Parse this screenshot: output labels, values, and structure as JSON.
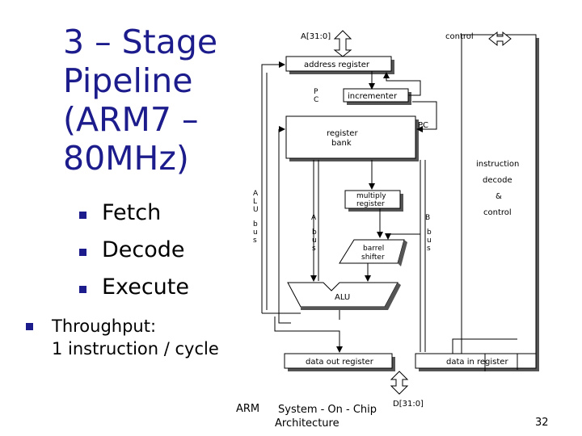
{
  "slide": {
    "title_lines": [
      "3 – Stage",
      "Pipeline",
      "(ARM7 –",
      "80MHz)"
    ],
    "stages": [
      "Fetch",
      "Decode",
      "Execute"
    ],
    "throughput_lines": [
      "Throughput:",
      "1 instruction / cycle"
    ],
    "bullet_color": "#1c1c8c"
  },
  "diagram": {
    "addr_bus": "A[31:0]",
    "control": "control",
    "address_register": "address register",
    "pc_label": "P\nC",
    "incrementer": "incrementer",
    "pc_bus": "PC",
    "register_bank": [
      "register",
      "bank"
    ],
    "instruction_decode": [
      "instruction",
      "decode",
      "&",
      "control"
    ],
    "alu_bus": "A\nL\nU\n \nb\nu\ns",
    "multiply_register": [
      "multiply",
      "register"
    ],
    "a_bus": "A\n \nb\nu\ns",
    "b_bus": "B\n \nb\nu\ns",
    "barrel_shifter": [
      "barrel",
      "shifter"
    ],
    "alu": "ALU",
    "data_out_register": "data out register",
    "data_in_register": "data in register",
    "data_bus": "D[31:0]"
  },
  "footer": {
    "left": "ARM",
    "mid_lines": [
      "System - On - Chip",
      "Architecture"
    ],
    "page": "32"
  }
}
